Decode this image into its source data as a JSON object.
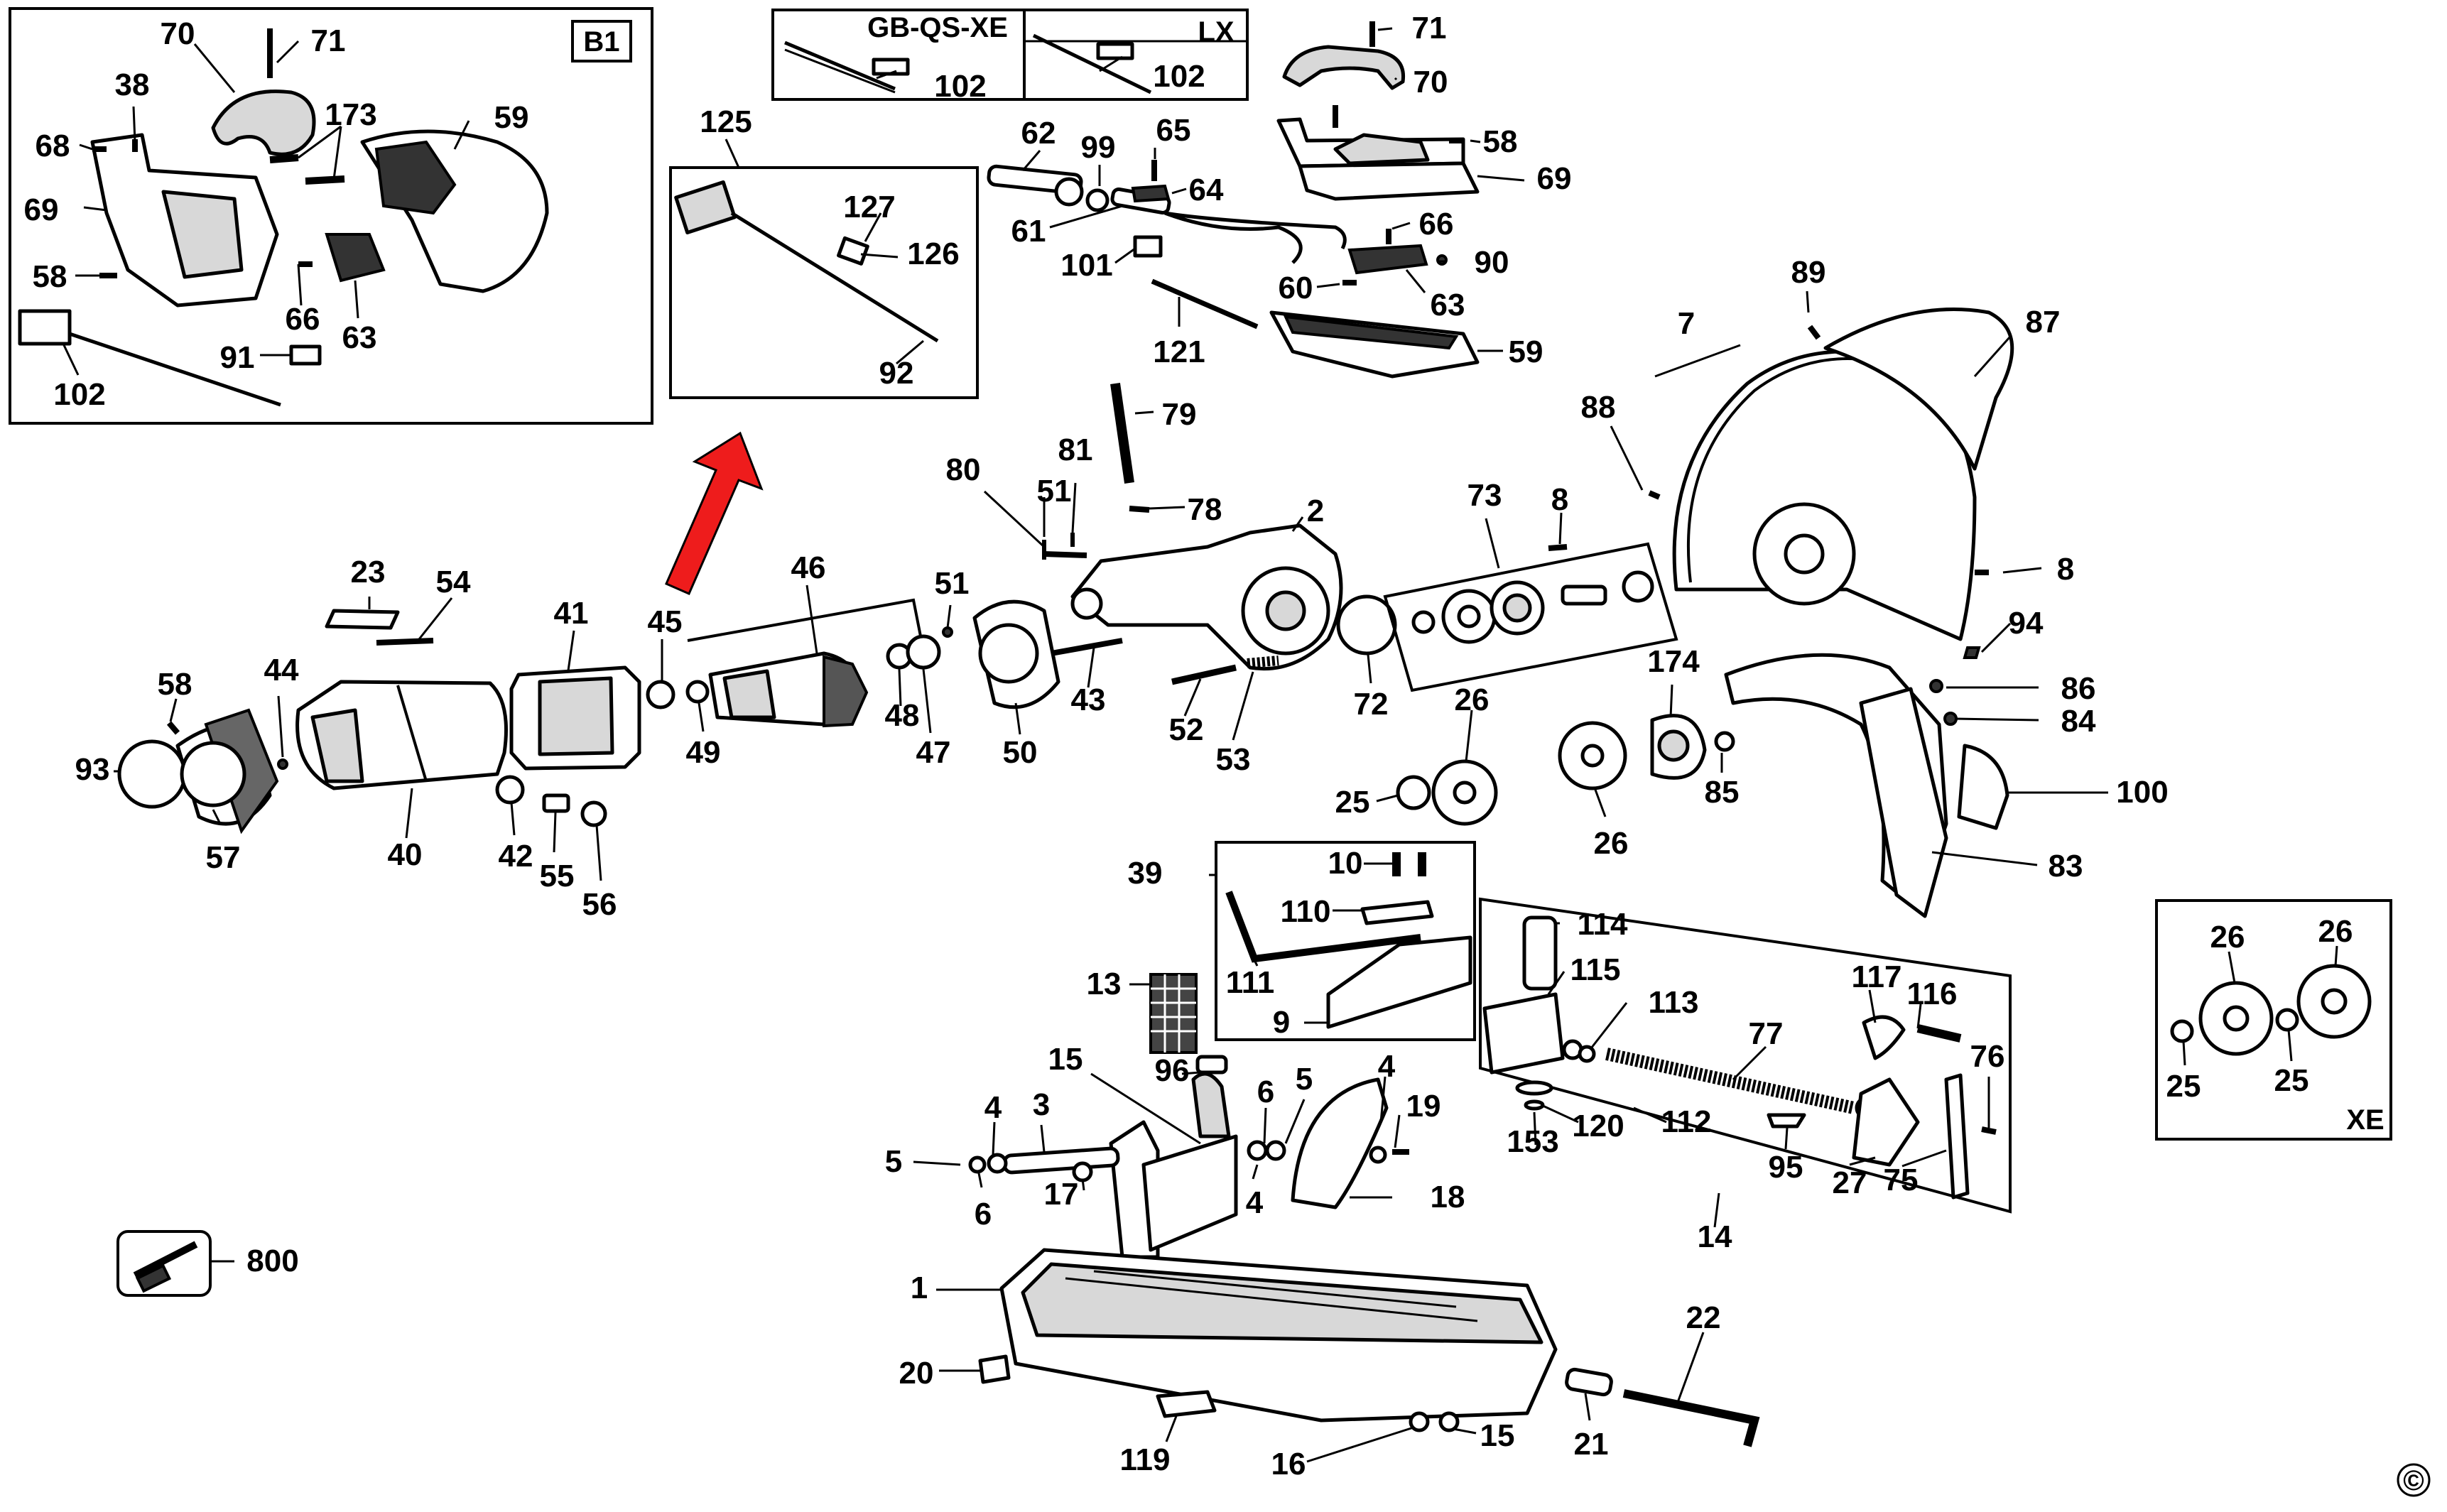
{
  "callouts": [
    {
      "id": "p70b",
      "text": "70"
    },
    {
      "id": "p71b",
      "text": "71"
    },
    {
      "id": "p38b",
      "text": "38"
    },
    {
      "id": "p173",
      "text": "173"
    },
    {
      "id": "p59b",
      "text": "59"
    },
    {
      "id": "p68",
      "text": "68"
    },
    {
      "id": "p69b",
      "text": "69"
    },
    {
      "id": "p58b",
      "text": "58"
    },
    {
      "id": "p66b",
      "text": "66"
    },
    {
      "id": "p63b",
      "text": "63"
    },
    {
      "id": "p91",
      "text": "91"
    },
    {
      "id": "p102b",
      "text": "102"
    },
    {
      "id": "p102c",
      "text": "102"
    },
    {
      "id": "p102d",
      "text": "102"
    },
    {
      "id": "p125",
      "text": "125"
    },
    {
      "id": "p127",
      "text": "127"
    },
    {
      "id": "p126",
      "text": "126"
    },
    {
      "id": "p92",
      "text": "92"
    },
    {
      "id": "p62",
      "text": "62"
    },
    {
      "id": "p99",
      "text": "99"
    },
    {
      "id": "p65",
      "text": "65"
    },
    {
      "id": "p64",
      "text": "64"
    },
    {
      "id": "p61",
      "text": "61"
    },
    {
      "id": "p101",
      "text": "101"
    },
    {
      "id": "p121",
      "text": "121"
    },
    {
      "id": "p71",
      "text": "71"
    },
    {
      "id": "p70",
      "text": "70"
    },
    {
      "id": "p58",
      "text": "58"
    },
    {
      "id": "p69",
      "text": "69"
    },
    {
      "id": "p66",
      "text": "66"
    },
    {
      "id": "p90",
      "text": "90"
    },
    {
      "id": "p60",
      "text": "60"
    },
    {
      "id": "p63",
      "text": "63"
    },
    {
      "id": "p59",
      "text": "59"
    },
    {
      "id": "p79",
      "text": "79"
    },
    {
      "id": "p80",
      "text": "80"
    },
    {
      "id": "p81",
      "text": "81"
    },
    {
      "id": "p51a",
      "text": "51"
    },
    {
      "id": "p78",
      "text": "78"
    },
    {
      "id": "p2",
      "text": "2"
    },
    {
      "id": "p73",
      "text": "73"
    },
    {
      "id": "p8a",
      "text": "8"
    },
    {
      "id": "p88",
      "text": "88"
    },
    {
      "id": "p7",
      "text": "7"
    },
    {
      "id": "p89",
      "text": "89"
    },
    {
      "id": "p87",
      "text": "87"
    },
    {
      "id": "p8b",
      "text": "8"
    },
    {
      "id": "p94",
      "text": "94"
    },
    {
      "id": "p23",
      "text": "23"
    },
    {
      "id": "p54",
      "text": "54"
    },
    {
      "id": "p41",
      "text": "41"
    },
    {
      "id": "p45",
      "text": "45"
    },
    {
      "id": "p46",
      "text": "46"
    },
    {
      "id": "p51b",
      "text": "51"
    },
    {
      "id": "p58c",
      "text": "58"
    },
    {
      "id": "p44",
      "text": "44"
    },
    {
      "id": "p93",
      "text": "93"
    },
    {
      "id": "p57",
      "text": "57"
    },
    {
      "id": "p40",
      "text": "40"
    },
    {
      "id": "p42",
      "text": "42"
    },
    {
      "id": "p55",
      "text": "55"
    },
    {
      "id": "p56",
      "text": "56"
    },
    {
      "id": "p49",
      "text": "49"
    },
    {
      "id": "p48",
      "text": "48"
    },
    {
      "id": "p47",
      "text": "47"
    },
    {
      "id": "p50",
      "text": "50"
    },
    {
      "id": "p43",
      "text": "43"
    },
    {
      "id": "p52",
      "text": "52"
    },
    {
      "id": "p53",
      "text": "53"
    },
    {
      "id": "p72",
      "text": "72"
    },
    {
      "id": "p26a",
      "text": "26"
    },
    {
      "id": "p25a",
      "text": "25"
    },
    {
      "id": "p174",
      "text": "174"
    },
    {
      "id": "p86",
      "text": "86"
    },
    {
      "id": "p84",
      "text": "84"
    },
    {
      "id": "p85",
      "text": "85"
    },
    {
      "id": "p26b",
      "text": "26"
    },
    {
      "id": "p100",
      "text": "100"
    },
    {
      "id": "p83",
      "text": "83"
    },
    {
      "id": "p39",
      "text": "39"
    },
    {
      "id": "p10",
      "text": "10"
    },
    {
      "id": "p110",
      "text": "110"
    },
    {
      "id": "p111",
      "text": "111"
    },
    {
      "id": "p9",
      "text": "9"
    },
    {
      "id": "p13",
      "text": "13"
    },
    {
      "id": "p114",
      "text": "114"
    },
    {
      "id": "p115",
      "text": "115"
    },
    {
      "id": "p113",
      "text": "113"
    },
    {
      "id": "p117",
      "text": "117"
    },
    {
      "id": "p116",
      "text": "116"
    },
    {
      "id": "p77",
      "text": "77"
    },
    {
      "id": "p76",
      "text": "76"
    },
    {
      "id": "p112",
      "text": "112"
    },
    {
      "id": "p120",
      "text": "120"
    },
    {
      "id": "p153",
      "text": "153"
    },
    {
      "id": "p95",
      "text": "95"
    },
    {
      "id": "p27",
      "text": "27"
    },
    {
      "id": "p75",
      "text": "75"
    },
    {
      "id": "p14",
      "text": "14"
    },
    {
      "id": "p15a",
      "text": "15"
    },
    {
      "id": "p96",
      "text": "96"
    },
    {
      "id": "p6a",
      "text": "6"
    },
    {
      "id": "p5a",
      "text": "5"
    },
    {
      "id": "p4a",
      "text": "4"
    },
    {
      "id": "p19",
      "text": "19"
    },
    {
      "id": "p3",
      "text": "3"
    },
    {
      "id": "p4b",
      "text": "4"
    },
    {
      "id": "p5b",
      "text": "5"
    },
    {
      "id": "p6b",
      "text": "6"
    },
    {
      "id": "p17",
      "text": "17"
    },
    {
      "id": "p4c",
      "text": "4"
    },
    {
      "id": "p18",
      "text": "18"
    },
    {
      "id": "p1",
      "text": "1"
    },
    {
      "id": "p20",
      "text": "20"
    },
    {
      "id": "p119",
      "text": "119"
    },
    {
      "id": "p16",
      "text": "16"
    },
    {
      "id": "p15b",
      "text": "15"
    },
    {
      "id": "p21",
      "text": "21"
    },
    {
      "id": "p22",
      "text": "22"
    },
    {
      "id": "p800",
      "text": "800"
    },
    {
      "id": "p26c",
      "text": "26"
    },
    {
      "id": "p26d",
      "text": "26"
    },
    {
      "id": "p25b",
      "text": "25"
    },
    {
      "id": "p25c",
      "text": "25"
    }
  ],
  "boxes": {
    "b1": "B1",
    "gb": "GB-QS-XE",
    "lx": "LX",
    "xe": "XE"
  },
  "copyright": "©",
  "colors": {
    "line": "#000000",
    "arrow": "#ee1c1c",
    "part_fill": "#ffffff",
    "part_shade": "#d8d8d8"
  },
  "icons": {
    "arrow": "red-upward-arrow-icon",
    "tool": "screwdriver-tool-icon"
  }
}
